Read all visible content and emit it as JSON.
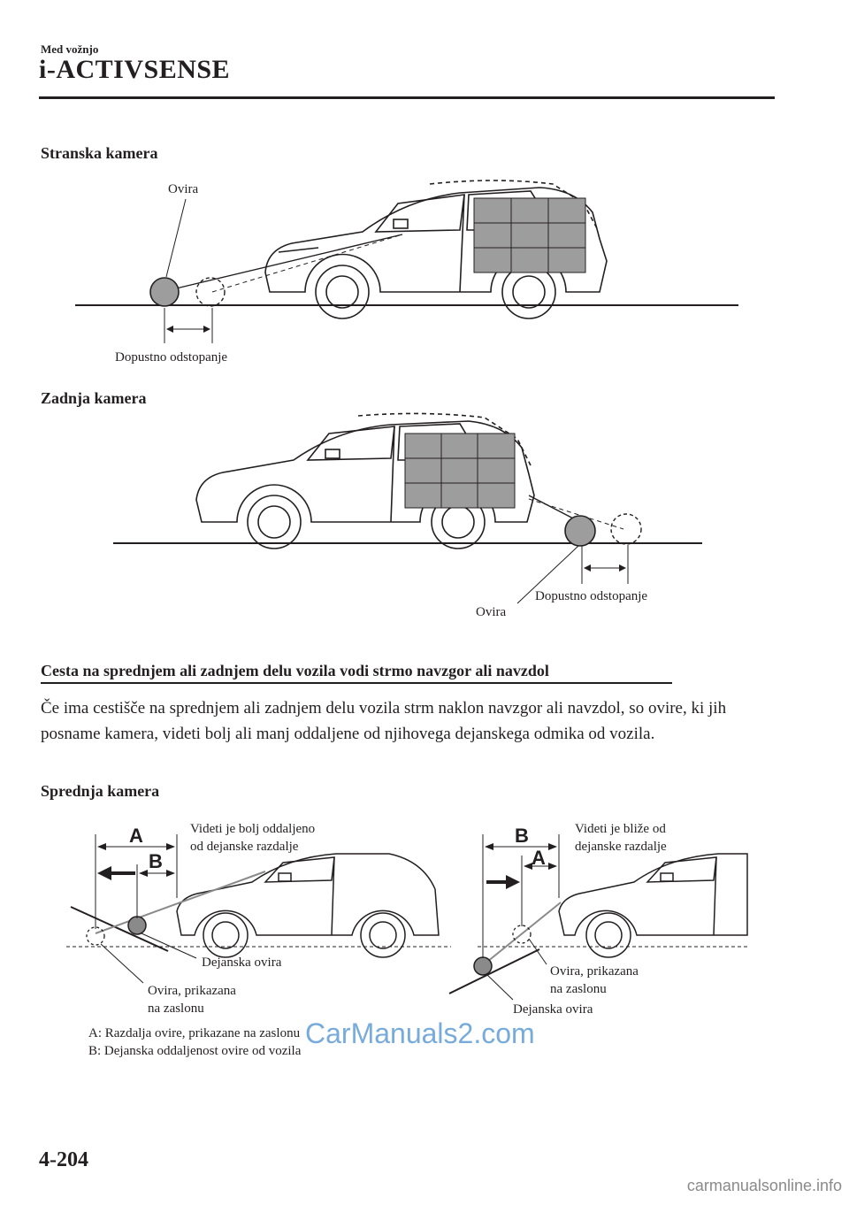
{
  "header": {
    "section": "Med vožnjo",
    "title": "i-ACTIVSENSE"
  },
  "side_camera": {
    "heading": "Stranska kamera",
    "obstacle_label": "Ovira",
    "tolerance_label": "Dopustno odstopanje"
  },
  "rear_camera": {
    "heading": "Zadnja kamera",
    "obstacle_label": "Ovira",
    "tolerance_label": "Dopustno odstopanje"
  },
  "slope_section": {
    "heading": "Cesta na sprednjem ali zadnjem delu vozila vodi strmo navzgor ali navzdol",
    "paragraph": "Če ima cestišče na sprednjem ali zadnjem delu vozila strm naklon navzgor ali navzdol, so ovire, ki jih posname kamera, videti bolj ali manj oddaljene od njihovega dejanskega odmika od vozila."
  },
  "front_camera": {
    "heading": "Sprednja kamera",
    "left": {
      "letter_a": "A",
      "letter_b": "B",
      "note_line1": "Videti je bolj oddaljeno",
      "note_line2": "od dejanske razdalje",
      "actual_obstacle": "Dejanska ovira",
      "displayed_line1": "Ovira, prikazana",
      "displayed_line2": "na zaslonu"
    },
    "right": {
      "letter_a": "A",
      "letter_b": "B",
      "note_line1": "Videti je bliže od",
      "note_line2": "dejanske razdalje",
      "actual_obstacle": "Dejanska ovira",
      "displayed_line1": "Ovira, prikazana",
      "displayed_line2": "na zaslonu"
    },
    "legend_a": "A: Razdalja ovire, prikazane na zaslonu",
    "legend_b": "B: Dejanska oddaljenost ovire od vozila"
  },
  "footer": {
    "page_number": "4-204",
    "watermark": "CarManuals2.com",
    "url": "carmanualsonline.info"
  }
}
